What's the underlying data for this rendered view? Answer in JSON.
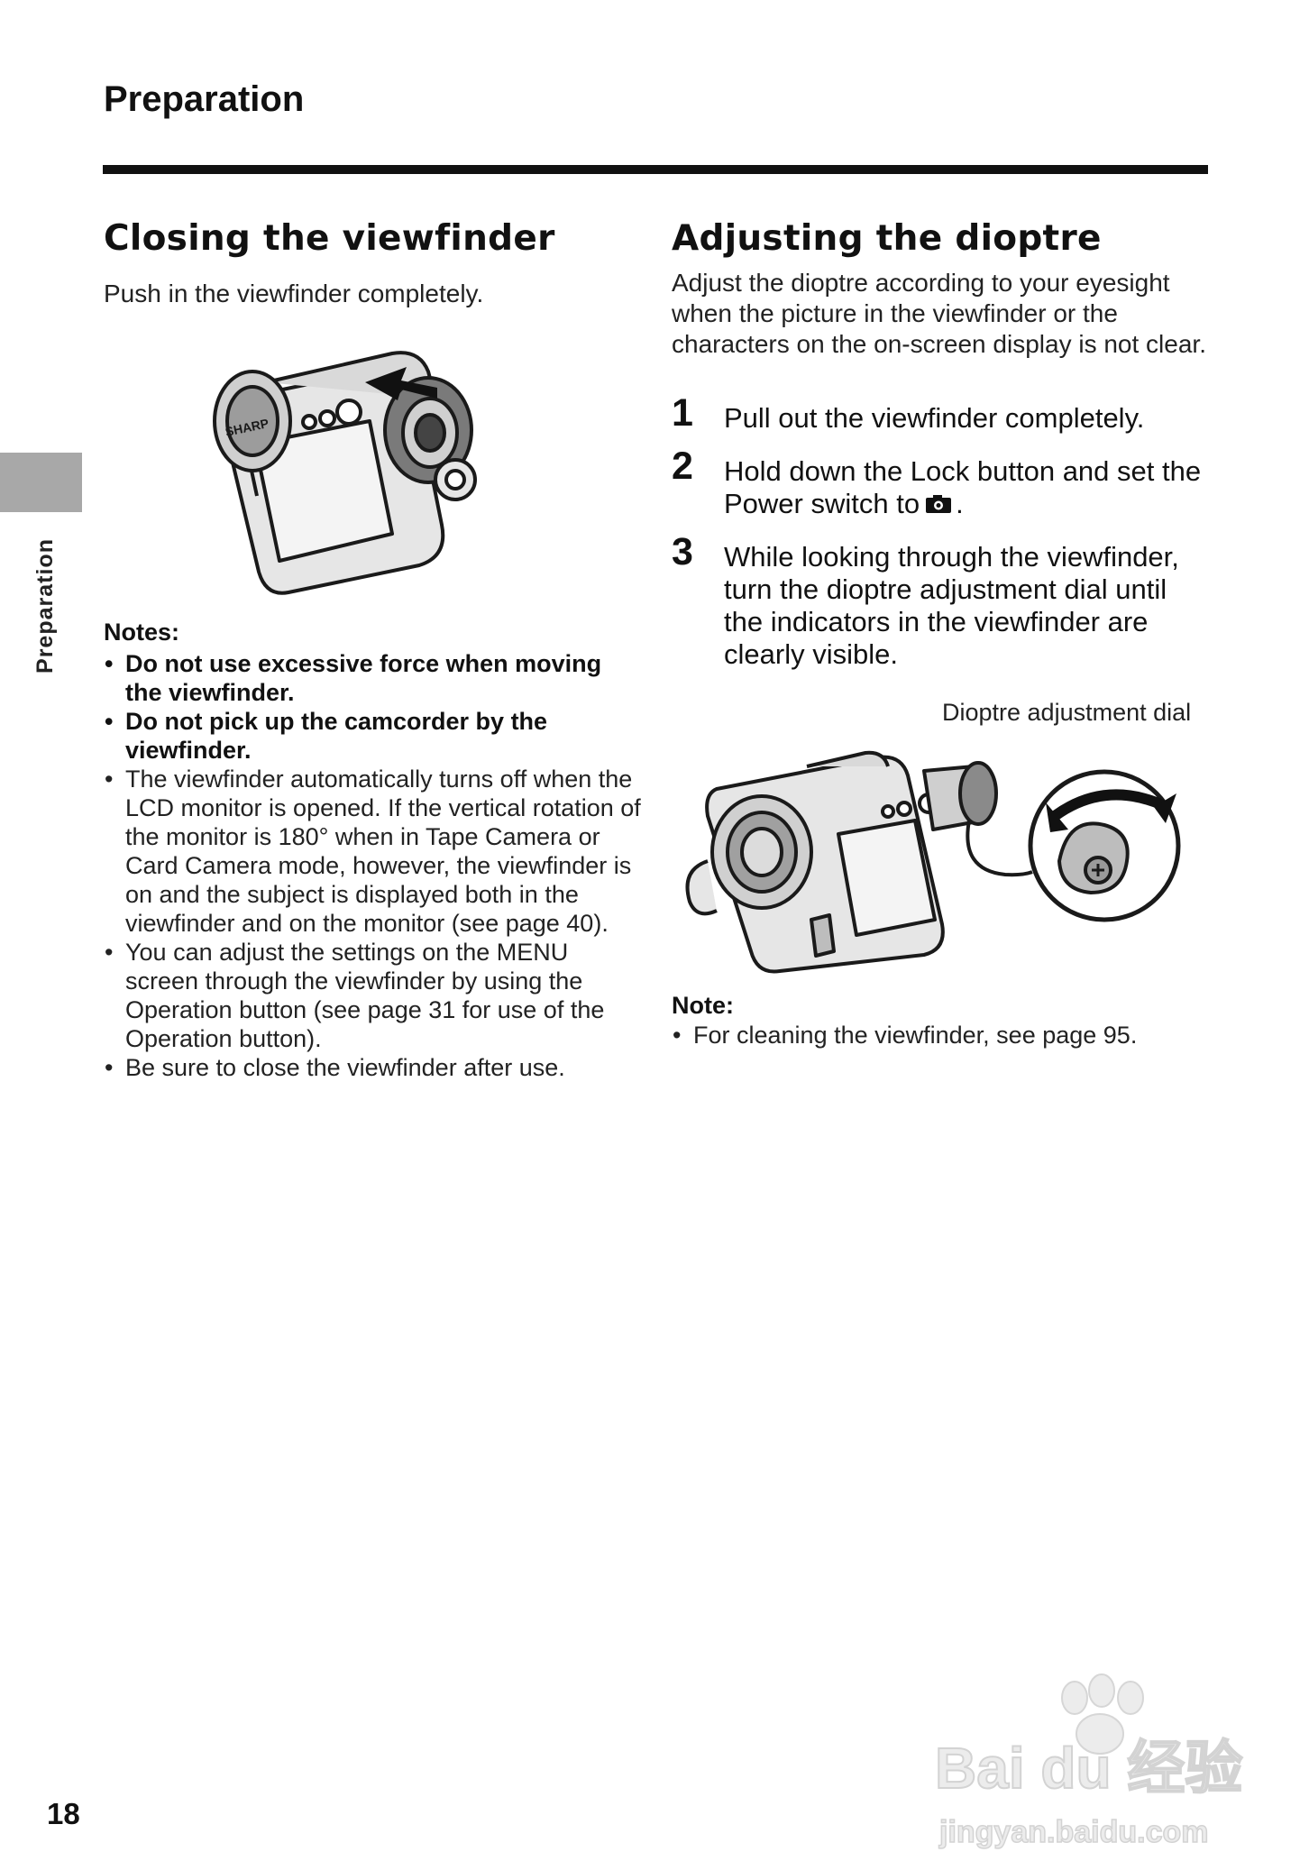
{
  "header": {
    "title": "Preparation"
  },
  "side_tab": {
    "label": "Preparation"
  },
  "page_number": "18",
  "left": {
    "title": "Closing the viewfinder",
    "intro": "Push in the viewfinder completely.",
    "notes_heading": "Notes:",
    "notes": [
      {
        "text": "Do not use excessive force when moving the viewfinder.",
        "bold": true
      },
      {
        "text": "Do not pick up the camcorder by the viewfinder.",
        "bold": true
      },
      {
        "text": "The viewfinder automatically turns off when the LCD monitor is opened. If the vertical rotation of the monitor is 180° when in Tape Camera or Card Camera mode, however, the viewfinder is on and the subject is displayed both in the viewfinder and on the monitor (see page 40).",
        "bold": false
      },
      {
        "text": "You can adjust the settings on the MENU screen through the viewfinder by using the Operation button (see page 31 for use of the Operation button).",
        "bold": false
      },
      {
        "text": "Be sure to close the viewfinder after use.",
        "bold": false
      }
    ]
  },
  "right": {
    "title": "Adjusting the dioptre",
    "intro": "Adjust the dioptre according to your eyesight when the picture in the viewfinder or the characters on the on-screen display is not clear.",
    "steps": [
      {
        "num": "1",
        "text": "Pull out the viewfinder completely.",
        "suffix": ""
      },
      {
        "num": "2",
        "text": "Hold down the Lock button and set the Power switch to",
        "suffix": "."
      },
      {
        "num": "3",
        "text": "While looking through the viewfinder, turn the dioptre adjustment dial until the indicators in the viewfinder are clearly visible.",
        "suffix": ""
      }
    ],
    "caption": "Dioptre adjustment dial",
    "note_heading": "Note:",
    "note": "For cleaning the viewfinder, see page 95."
  },
  "camera_brand": "SHARP",
  "watermark": {
    "brand": "Baidu经验",
    "url": "jingyan.baidu.com"
  },
  "icons": {
    "camera_mode": "camera-mode-icon",
    "arrow": "push-arrow-icon",
    "rotate": "rotate-arrow-icon"
  }
}
